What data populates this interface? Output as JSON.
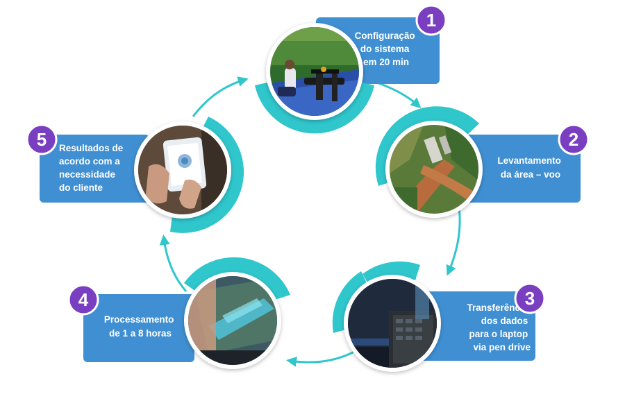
{
  "colors": {
    "box": "#3f8fd2",
    "badge": "#7a3fc1",
    "ring": "#2fc6cc",
    "arrow": "#2fc6cc"
  },
  "steps": [
    {
      "number": "1",
      "lines": [
        "Configuração",
        "do sistema",
        "em 20 min"
      ],
      "image": "drone-setup-field-photo"
    },
    {
      "number": "2",
      "lines": [
        "Levantamento",
        "da área – voo"
      ],
      "image": "aerial-farm-photo"
    },
    {
      "number": "3",
      "lines": [
        "Transferência",
        "dos dados",
        "para o laptop",
        "via pen drive"
      ],
      "image": "laptop-screen-photo"
    },
    {
      "number": "4",
      "lines": [
        "Processamento",
        "de 1 a 8 horas"
      ],
      "image": "processing-map-photo"
    },
    {
      "number": "5",
      "lines": [
        "Resultados de",
        "acordo com a",
        "necessidade",
        "do cliente"
      ],
      "image": "tablet-results-photo"
    }
  ]
}
